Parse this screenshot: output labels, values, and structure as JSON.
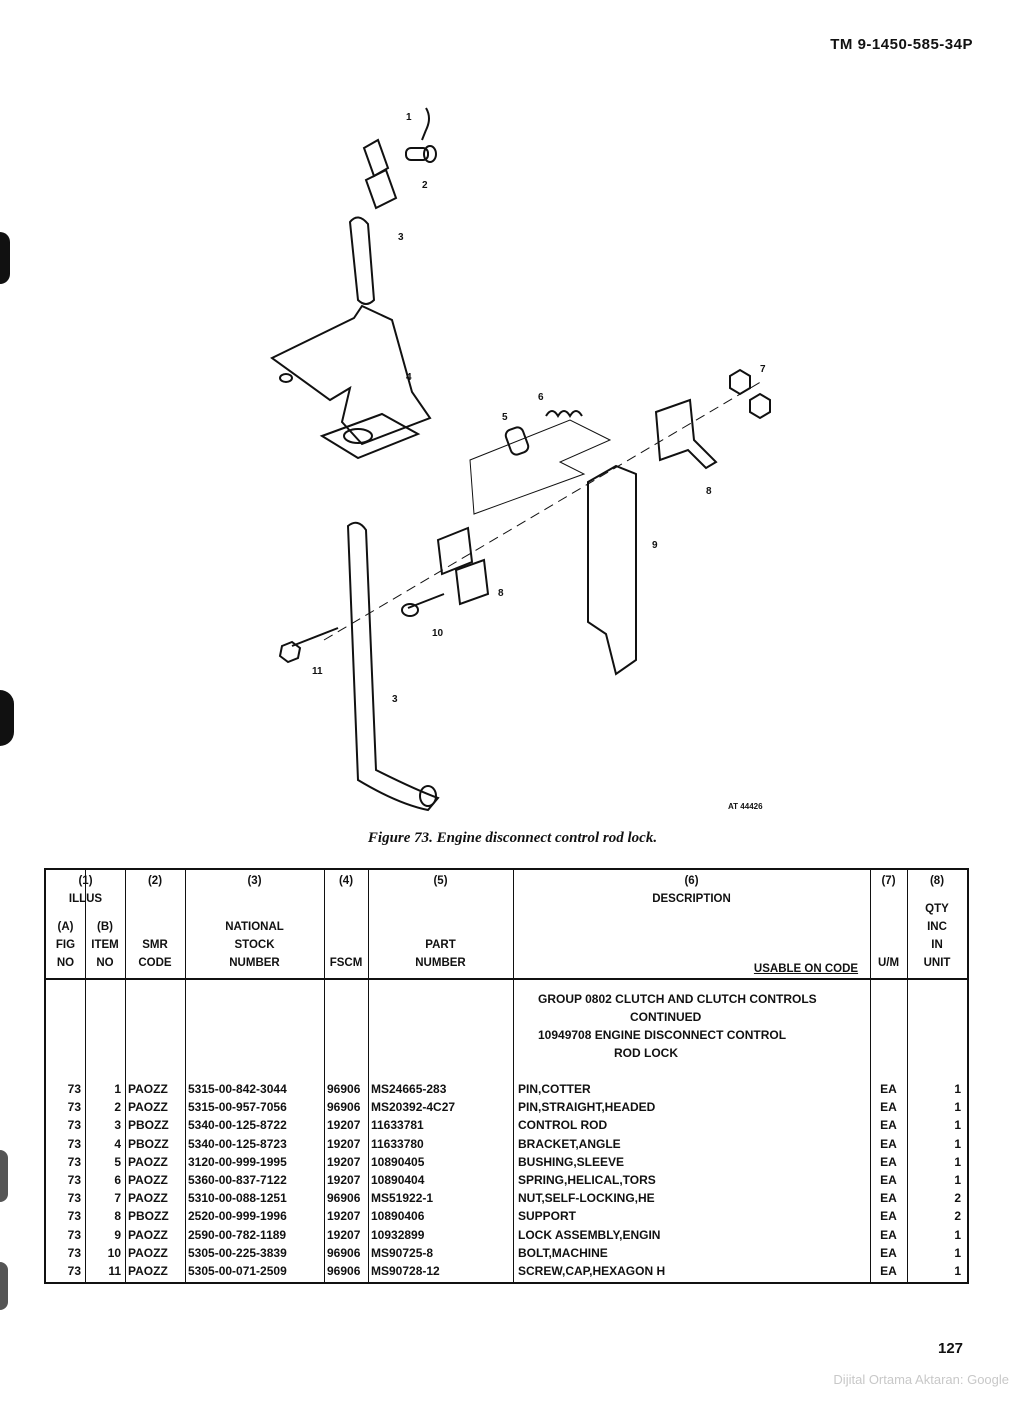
{
  "header": {
    "doc_id": "TM 9-1450-585-34P"
  },
  "figure": {
    "id_label": "AT 44426",
    "caption": "Figure 73. Engine disconnect control rod lock.",
    "callouts": [
      "1",
      "2",
      "3",
      "4",
      "5",
      "6",
      "7",
      "8",
      "9",
      "8",
      "10",
      "11",
      "3"
    ]
  },
  "table": {
    "headers": {
      "c1": "(1)",
      "c1_sub": "ILLUS",
      "a": "(A)",
      "a_l1": "FIG",
      "a_l2": "NO",
      "b": "(B)",
      "b_l1": "ITEM",
      "b_l2": "NO",
      "c2": "(2)",
      "c2_l1": "SMR",
      "c2_l2": "CODE",
      "c3": "(3)",
      "c3_l1": "NATIONAL",
      "c3_l2": "STOCK",
      "c3_l2b": "NUMBER",
      "c4": "(4)",
      "c4_l1": "FSCM",
      "c5": "(5)",
      "c5_l1": "PART",
      "c5_l2": "NUMBER",
      "c6": "(6)",
      "c6_l1": "DESCRIPTION",
      "c6_l2": "USABLE ON CODE",
      "c7": "(7)",
      "c7_l1": "U/M",
      "c8": "(8)",
      "c8_l1": "QTY",
      "c8_l2": "INC",
      "c8_l3": "IN",
      "c8_l4": "UNIT"
    },
    "group": {
      "line1": "GROUP 0802 CLUTCH AND CLUTCH CONTROLS",
      "line2": "CONTINUED",
      "line3": "10949708 ENGINE DISCONNECT CONTROL",
      "line4": "ROD LOCK"
    },
    "rows": [
      {
        "fig": "73",
        "item": "1",
        "smr": "PAOZZ",
        "nsn": "5315-00-842-3044",
        "fscm": "96906",
        "part": "MS24665-283",
        "desc": "PIN,COTTER",
        "um": "EA",
        "qty": "1"
      },
      {
        "fig": "73",
        "item": "2",
        "smr": "PAOZZ",
        "nsn": "5315-00-957-7056",
        "fscm": "96906",
        "part": "MS20392-4C27",
        "desc": "PIN,STRAIGHT,HEADED",
        "um": "EA",
        "qty": "1"
      },
      {
        "fig": "73",
        "item": "3",
        "smr": "PBOZZ",
        "nsn": "5340-00-125-8722",
        "fscm": "19207",
        "part": "11633781",
        "desc": "CONTROL ROD",
        "um": "EA",
        "qty": "1"
      },
      {
        "fig": "73",
        "item": "4",
        "smr": "PBOZZ",
        "nsn": "5340-00-125-8723",
        "fscm": "19207",
        "part": "11633780",
        "desc": "BRACKET,ANGLE",
        "um": "EA",
        "qty": "1"
      },
      {
        "fig": "73",
        "item": "5",
        "smr": "PAOZZ",
        "nsn": "3120-00-999-1995",
        "fscm": "19207",
        "part": "10890405",
        "desc": "BUSHING,SLEEVE",
        "um": "EA",
        "qty": "1"
      },
      {
        "fig": "73",
        "item": "6",
        "smr": "PAOZZ",
        "nsn": "5360-00-837-7122",
        "fscm": "19207",
        "part": "10890404",
        "desc": "SPRING,HELICAL,TORS",
        "um": "EA",
        "qty": "1"
      },
      {
        "fig": "73",
        "item": "7",
        "smr": "PAOZZ",
        "nsn": "5310-00-088-1251",
        "fscm": "96906",
        "part": "MS51922-1",
        "desc": "NUT,SELF-LOCKING,HE",
        "um": "EA",
        "qty": "2"
      },
      {
        "fig": "73",
        "item": "8",
        "smr": "PBOZZ",
        "nsn": "2520-00-999-1996",
        "fscm": "19207",
        "part": "10890406",
        "desc": "SUPPORT",
        "um": "EA",
        "qty": "2"
      },
      {
        "fig": "73",
        "item": "9",
        "smr": "PAOZZ",
        "nsn": "2590-00-782-1189",
        "fscm": "19207",
        "part": "10932899",
        "desc": "LOCK ASSEMBLY,ENGIN",
        "um": "EA",
        "qty": "1"
      },
      {
        "fig": "73",
        "item": "10",
        "smr": "PAOZZ",
        "nsn": "5305-00-225-3839",
        "fscm": "96906",
        "part": "MS90725-8",
        "desc": "BOLT,MACHINE",
        "um": "EA",
        "qty": "1"
      },
      {
        "fig": "73",
        "item": "11",
        "smr": "PAOZZ",
        "nsn": "5305-00-071-2509",
        "fscm": "96906",
        "part": "MS90728-12",
        "desc": "SCREW,CAP,HEXAGON H",
        "um": "EA",
        "qty": "1"
      }
    ]
  },
  "footer": {
    "page_number": "127",
    "watermark": "Dijital Ortama Aktaran: Google"
  }
}
